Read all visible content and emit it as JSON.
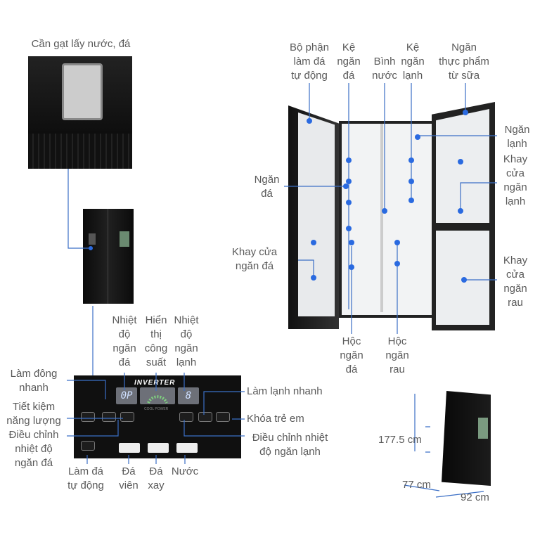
{
  "dispenser_label": "Cần gạt lấy nước, đá",
  "panel": {
    "brand": "INVERTER",
    "freezer_display": "0P",
    "fridge_display": "8",
    "power_caption": "COOL POWER",
    "top_labels": [
      "Nhiệt\nđộ\nngăn\nđá",
      "Hiển\nthị\ncông\nsuất",
      "Nhiệt\nđộ\nngăn\nlạnh"
    ],
    "left_labels": [
      "Làm đông\nnhanh",
      "Tiết kiệm\nnăng lượng",
      "Điều chỉnh\nnhiệt độ\nngăn đá"
    ],
    "bottom_labels": [
      "Làm đá\ntự động",
      "Đá\nviên",
      "Đá\nxay",
      "Nước"
    ],
    "right_labels": [
      "Làm lạnh nhanh",
      "Khóa trẻ em",
      "Điều chỉnh nhiệt\nđộ ngăn lạnh"
    ]
  },
  "fridge_parts": {
    "top": [
      "Bộ phận\nlàm đá\ntự động",
      "Kệ\nngăn\nđá",
      "Bình\nnước",
      "Kệ\nngăn\nlạnh",
      "Ngăn\nthực phẩm\ntừ sữa"
    ],
    "right": [
      "Ngăn\nlạnh",
      "Khay\ncửa\nngăn\nlạnh",
      "Khay\ncửa\nngăn\nrau"
    ],
    "left": [
      "Ngăn\nđá",
      "Khay cửa\nngăn đá"
    ],
    "bottom": [
      "Hộc\nngăn\nđá",
      "Hộc\nngăn\nrau"
    ]
  },
  "dimensions": {
    "height": "177.5 cm",
    "depth": "77 cm",
    "width": "92 cm"
  },
  "colors": {
    "line": "#3b6fc6",
    "dot": "#2a6ae0",
    "text": "#5a5a5a"
  }
}
